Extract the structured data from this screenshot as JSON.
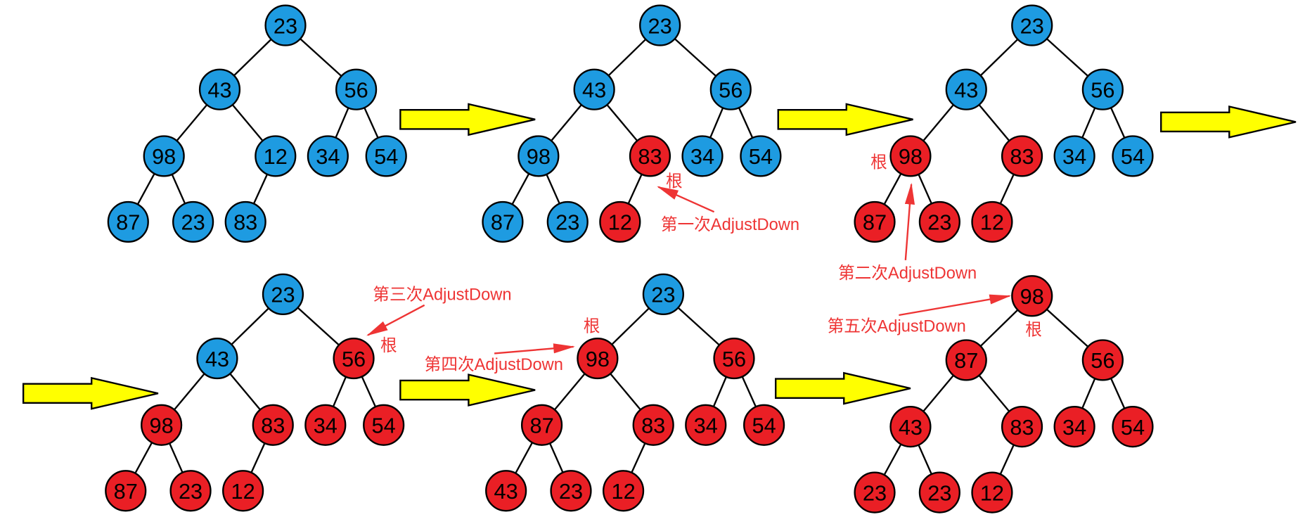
{
  "palette": {
    "blue": "#1E9BE1",
    "red": "#EA1F25",
    "node_stroke": "#000000",
    "node_text": "#000000",
    "edge": "#000000",
    "step_arrow_fill": "#FFFF00",
    "step_arrow_stroke": "#000000",
    "annotation": "#EE3434"
  },
  "trees": [
    {
      "nodes": [
        {
          "value": 23,
          "color": "blue"
        },
        {
          "value": 43,
          "color": "blue"
        },
        {
          "value": 56,
          "color": "blue"
        },
        {
          "value": 98,
          "color": "blue"
        },
        {
          "value": 12,
          "color": "blue"
        },
        {
          "value": 34,
          "color": "blue"
        },
        {
          "value": 54,
          "color": "blue"
        },
        {
          "value": 87,
          "color": "blue"
        },
        {
          "value": 23,
          "color": "blue"
        },
        {
          "value": 83,
          "color": "blue"
        }
      ]
    },
    {
      "nodes": [
        {
          "value": 23,
          "color": "blue"
        },
        {
          "value": 43,
          "color": "blue"
        },
        {
          "value": 56,
          "color": "blue"
        },
        {
          "value": 98,
          "color": "blue"
        },
        {
          "value": 83,
          "color": "red"
        },
        {
          "value": 34,
          "color": "blue"
        },
        {
          "value": 54,
          "color": "blue"
        },
        {
          "value": 87,
          "color": "blue"
        },
        {
          "value": 23,
          "color": "blue"
        },
        {
          "value": 12,
          "color": "red"
        }
      ],
      "annotation": {
        "root_label": "根",
        "step_label": "第一次AdjustDown"
      }
    },
    {
      "nodes": [
        {
          "value": 23,
          "color": "blue"
        },
        {
          "value": 43,
          "color": "blue"
        },
        {
          "value": 56,
          "color": "blue"
        },
        {
          "value": 98,
          "color": "red"
        },
        {
          "value": 83,
          "color": "red"
        },
        {
          "value": 34,
          "color": "blue"
        },
        {
          "value": 54,
          "color": "blue"
        },
        {
          "value": 87,
          "color": "red"
        },
        {
          "value": 23,
          "color": "red"
        },
        {
          "value": 12,
          "color": "red"
        }
      ],
      "annotation": {
        "root_label": "根",
        "step_label": "第二次AdjustDown"
      }
    },
    {
      "nodes": [
        {
          "value": 23,
          "color": "blue"
        },
        {
          "value": 43,
          "color": "blue"
        },
        {
          "value": 56,
          "color": "red"
        },
        {
          "value": 98,
          "color": "red"
        },
        {
          "value": 83,
          "color": "red"
        },
        {
          "value": 34,
          "color": "red"
        },
        {
          "value": 54,
          "color": "red"
        },
        {
          "value": 87,
          "color": "red"
        },
        {
          "value": 23,
          "color": "red"
        },
        {
          "value": 12,
          "color": "red"
        }
      ],
      "annotation": {
        "root_label": "根",
        "step_label": "第三次AdjustDown"
      }
    },
    {
      "nodes": [
        {
          "value": 23,
          "color": "blue"
        },
        {
          "value": 98,
          "color": "red"
        },
        {
          "value": 56,
          "color": "red"
        },
        {
          "value": 87,
          "color": "red"
        },
        {
          "value": 83,
          "color": "red"
        },
        {
          "value": 34,
          "color": "red"
        },
        {
          "value": 54,
          "color": "red"
        },
        {
          "value": 43,
          "color": "red"
        },
        {
          "value": 23,
          "color": "red"
        },
        {
          "value": 12,
          "color": "red"
        }
      ],
      "annotation": {
        "root_label": "根",
        "step_label": "第四次AdjustDown"
      }
    },
    {
      "nodes": [
        {
          "value": 98,
          "color": "red"
        },
        {
          "value": 87,
          "color": "red"
        },
        {
          "value": 56,
          "color": "red"
        },
        {
          "value": 43,
          "color": "red"
        },
        {
          "value": 83,
          "color": "red"
        },
        {
          "value": 34,
          "color": "red"
        },
        {
          "value": 54,
          "color": "red"
        },
        {
          "value": 23,
          "color": "red"
        },
        {
          "value": 23,
          "color": "red"
        },
        {
          "value": 12,
          "color": "red"
        }
      ],
      "annotation": {
        "root_label": "根",
        "step_label": "第五次AdjustDown"
      }
    }
  ]
}
